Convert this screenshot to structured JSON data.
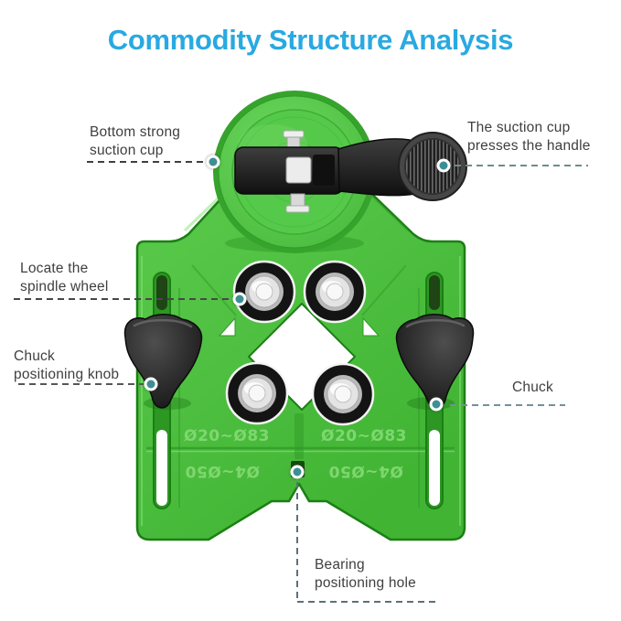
{
  "title": "Commodity Structure Analysis",
  "colors": {
    "title_blue": "#29A9E1",
    "device_green": "#4EC13F",
    "device_green_dark": "#1C7F15",
    "emboss_green": "#82D973",
    "knob_black": "#1A1A1A",
    "metal_silver": "#D9D9D9",
    "callout_dot_teal": "#3E8E95",
    "label_gray": "#3F3F3F"
  },
  "callouts": [
    {
      "id": "bottom-suction-cup",
      "label": "Bottom strong\nsuction cup"
    },
    {
      "id": "suction-cup-presses-handle",
      "label": "The suction cup\npresses the handle"
    },
    {
      "id": "locate-spindle-wheel",
      "label": "Locate the\nspindle wheel"
    },
    {
      "id": "chuck-positioning-knob",
      "label": "Chuck\npositioning knob"
    },
    {
      "id": "chuck",
      "label": "Chuck"
    },
    {
      "id": "bearing-positioning-hole",
      "label": "Bearing\npositioning hole"
    }
  ],
  "markings": {
    "upper_left": "Ø20~Ø83",
    "upper_right": "Ø20~Ø83",
    "lower_left": "Ø4~Ø50",
    "lower_right": "Ø4~Ø50"
  }
}
